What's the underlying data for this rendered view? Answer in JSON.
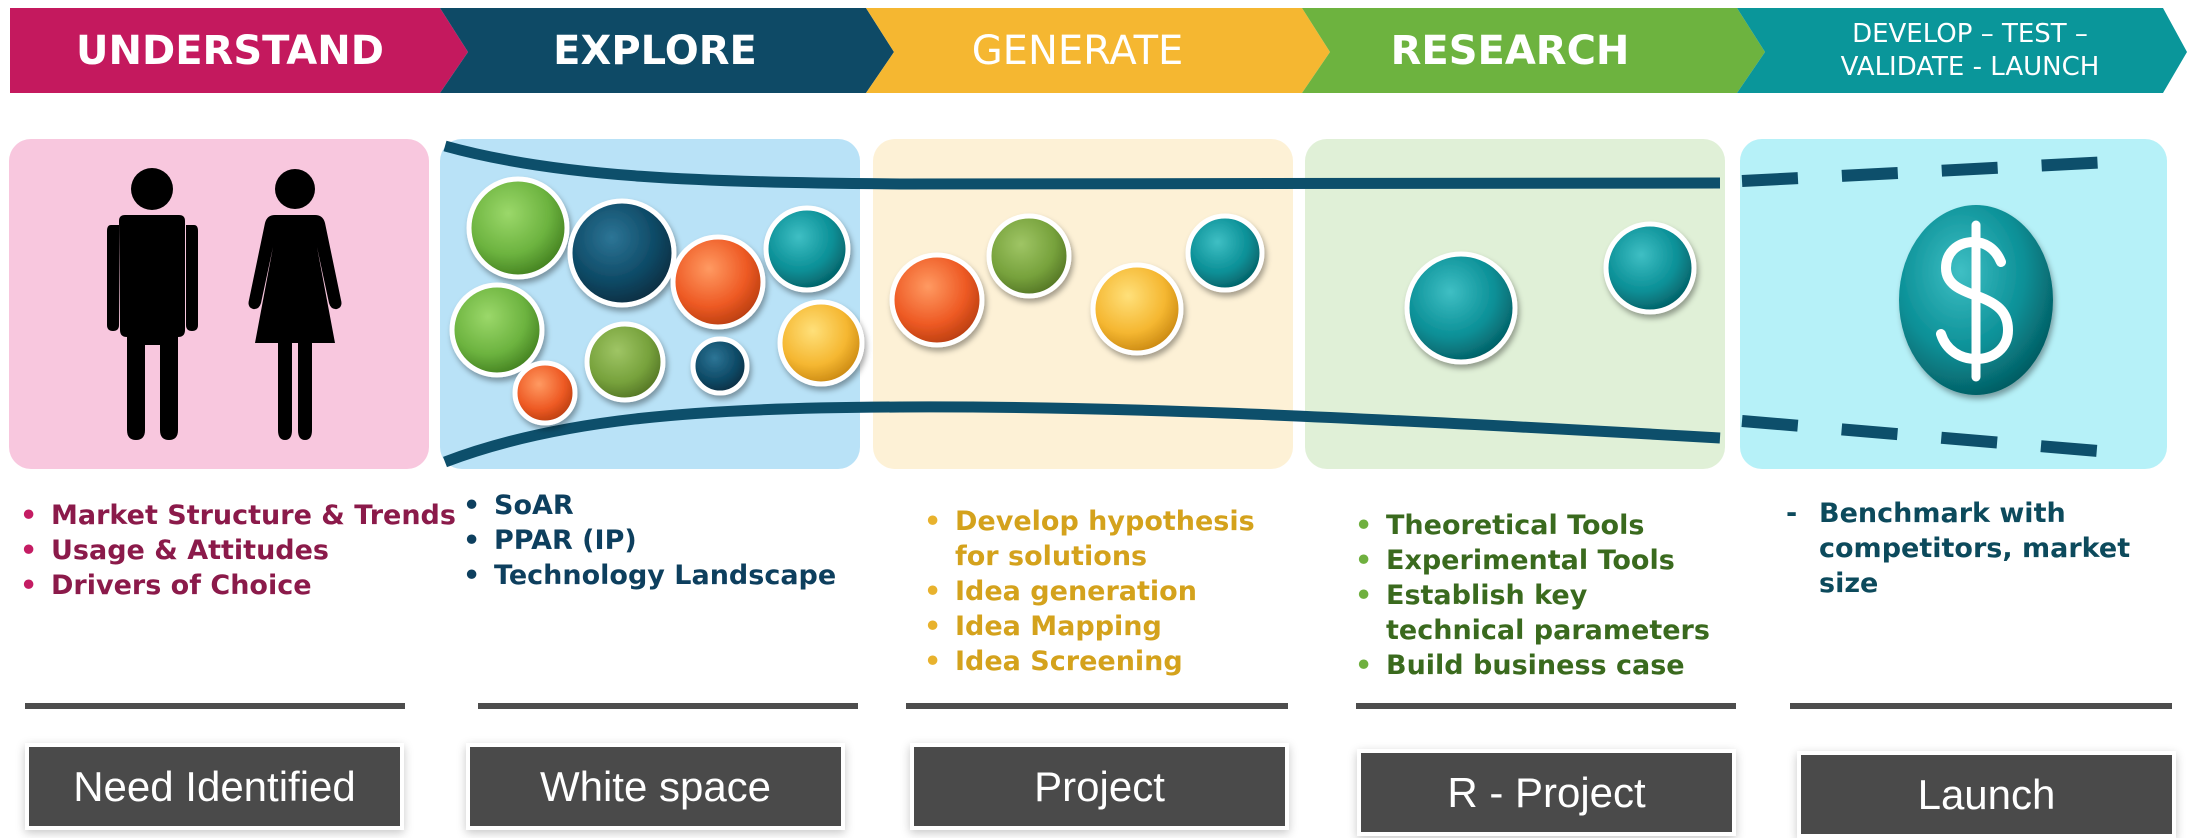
{
  "stages": [
    {
      "title": "UNDERSTAND",
      "color": "#c4195e",
      "bullets": [
        "Market Structure & Trends",
        "Usage & Attitudes",
        "Drivers of Choice"
      ],
      "outcome": "Need Identified"
    },
    {
      "title": "EXPLORE",
      "color": "#0e4a66",
      "bullets": [
        "SoAR",
        "PPAR (IP)",
        "Technology Landscape"
      ],
      "outcome": "White space"
    },
    {
      "title": "GENERATE",
      "color": "#f5b731",
      "bullets": [
        "Develop hypothesis for solutions",
        "Idea generation",
        "Idea Mapping",
        "Idea Screening"
      ],
      "outcome": "Project"
    },
    {
      "title": "RESEARCH",
      "color": "#6db33f",
      "bullets": [
        "Theoretical Tools",
        "Experimental Tools",
        "Establish key technical parameters",
        "Build business case"
      ],
      "outcome": "R - Project"
    },
    {
      "title_line1": "DEVELOP – TEST –",
      "title_line2": "VALIDATE - LAUNCH",
      "color": "#0a969a",
      "bullets": [
        "Benchmark with competitors, market size"
      ],
      "outcome": "Launch"
    }
  ],
  "icons": {
    "people": [
      "man-icon",
      "woman-icon"
    ],
    "launch": "dollar-coin-icon",
    "ideas": "idea-bubble-icon"
  },
  "colors": {
    "funnel": "#0d4f6b",
    "bubble_green": "#6cb33f",
    "bubble_navy": "#0e4a66",
    "bubble_orange": "#ee5a24",
    "bubble_teal": "#0a8f96",
    "bubble_yellow": "#f5b731"
  }
}
